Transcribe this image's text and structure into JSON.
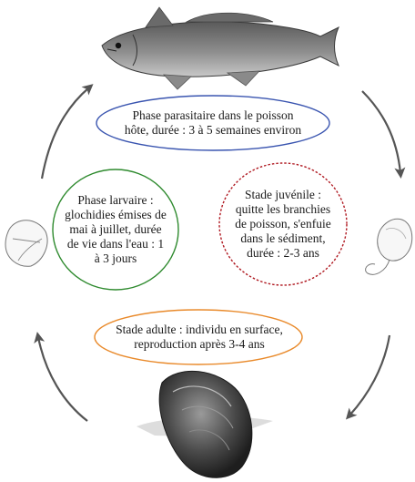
{
  "stages": {
    "parasitic": {
      "text": "Phase parasitaire dans le poisson\nhôte, durée : 3 à 5 semaines environ",
      "border_color": "#3a55b0"
    },
    "juvenile": {
      "text": "Stade juvénile :\nquitte les branchies\nde poisson, s'enfuie\ndans le  sédiment,\ndurée : 2-3 ans",
      "border_color": "#b01a22"
    },
    "adult": {
      "text": "Stade adulte : individu en surface,\nreproduction après 3-4 ans",
      "border_color": "#e98a2b"
    },
    "larval": {
      "text": "Phase larvaire :\nglochidies émises de\nmai à juillet, durée\nde vie dans l'eau : 1\nà 3 jours",
      "border_color": "#2e8a2e"
    }
  },
  "illustrations": {
    "fish": "fish-host",
    "juvenile": "juvenile-mussel",
    "adult": "adult-mussel",
    "larva": "glochidium-larva"
  },
  "cycle_color": "#555555"
}
